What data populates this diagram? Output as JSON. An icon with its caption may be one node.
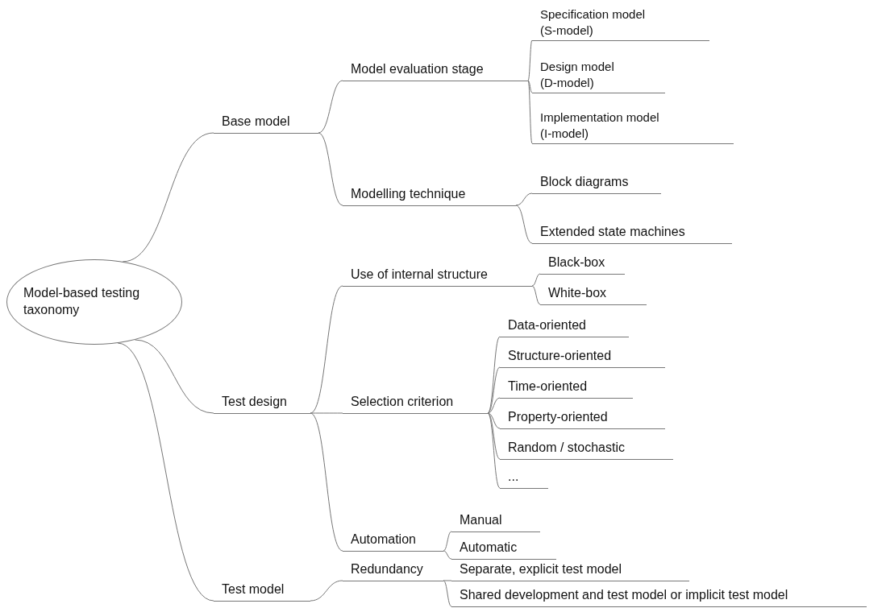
{
  "diagram": {
    "nodes": [
      {
        "text": [
          "Model-based testing taxonomy"
        ]
      },
      {
        "text": [
          "Base model"
        ]
      },
      {
        "text": [
          "Model evaluation stage"
        ]
      },
      {
        "text": [
          "Specification model (S-model)"
        ]
      },
      {
        "text": [
          "Design model (D-model)"
        ]
      },
      {
        "text": [
          "Implementation model (I-model)"
        ]
      },
      {
        "text": [
          "Modelling technique"
        ]
      },
      {
        "text": [
          "Block diagrams"
        ]
      },
      {
        "text": [
          "Extended state machines"
        ]
      },
      {
        "text": [
          "Test design"
        ]
      },
      {
        "text": [
          "Use of internal structure"
        ]
      },
      {
        "text": [
          "Black-box"
        ]
      },
      {
        "text": [
          "White-box"
        ]
      },
      {
        "text": [
          "Selection criterion"
        ]
      },
      {
        "text": [
          "Data-oriented"
        ]
      },
      {
        "text": [
          "Structure-oriented"
        ]
      },
      {
        "text": [
          "Time-oriented"
        ]
      },
      {
        "text": [
          "Property-oriented"
        ]
      },
      {
        "text": [
          "Random / stochastic"
        ]
      },
      {
        "text": [
          "..."
        ]
      },
      {
        "text": [
          "Automation"
        ]
      },
      {
        "text": [
          "Manual"
        ]
      },
      {
        "text": [
          "Automatic"
        ]
      },
      {
        "text": [
          "Test model"
        ]
      },
      {
        "text": [
          "Redundancy"
        ]
      },
      {
        "text": [
          "Separate, explicit test model"
        ]
      },
      {
        "text": [
          "Shared development and test model or implicit test model"
        ]
      }
    ],
    "edges": [
      {
        "from": 0,
        "to": 1,
        "arrow": "none"
      },
      {
        "from": 1,
        "to": 2,
        "arrow": "none"
      },
      {
        "from": 2,
        "to": 3,
        "arrow": "none"
      },
      {
        "from": 2,
        "to": 4,
        "arrow": "none"
      },
      {
        "from": 2,
        "to": 5,
        "arrow": "none"
      },
      {
        "from": 1,
        "to": 6,
        "arrow": "none"
      },
      {
        "from": 6,
        "to": 7,
        "arrow": "none"
      },
      {
        "from": 6,
        "to": 8,
        "arrow": "none"
      },
      {
        "from": 0,
        "to": 9,
        "arrow": "none"
      },
      {
        "from": 9,
        "to": 10,
        "arrow": "none"
      },
      {
        "from": 10,
        "to": 11,
        "arrow": "none"
      },
      {
        "from": 10,
        "to": 12,
        "arrow": "none"
      },
      {
        "from": 9,
        "to": 13,
        "arrow": "none"
      },
      {
        "from": 13,
        "to": 14,
        "arrow": "none"
      },
      {
        "from": 13,
        "to": 15,
        "arrow": "none"
      },
      {
        "from": 13,
        "to": 16,
        "arrow": "none"
      },
      {
        "from": 13,
        "to": 17,
        "arrow": "none"
      },
      {
        "from": 13,
        "to": 18,
        "arrow": "none"
      },
      {
        "from": 13,
        "to": 19,
        "arrow": "none"
      },
      {
        "from": 9,
        "to": 20,
        "arrow": "none"
      },
      {
        "from": 20,
        "to": 21,
        "arrow": "none"
      },
      {
        "from": 20,
        "to": 22,
        "arrow": "none"
      },
      {
        "from": 0,
        "to": 23,
        "arrow": "none"
      },
      {
        "from": 23,
        "to": 24,
        "arrow": "none"
      },
      {
        "from": 24,
        "to": 25,
        "arrow": "none"
      },
      {
        "from": 24,
        "to": 26,
        "arrow": "none"
      }
    ]
  }
}
